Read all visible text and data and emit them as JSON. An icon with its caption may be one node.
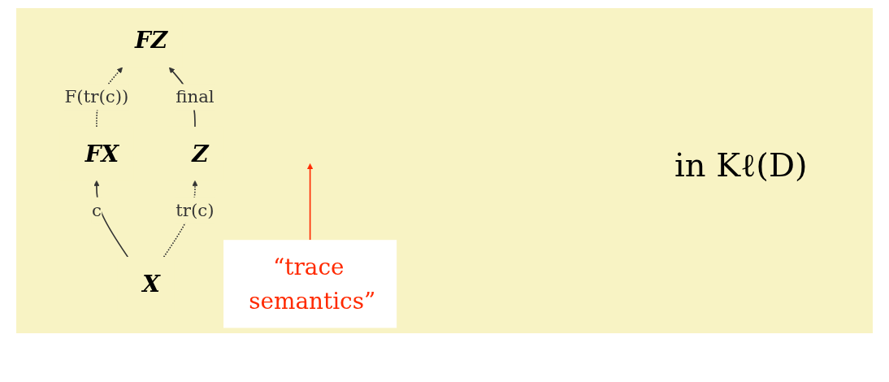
{
  "diagram": {
    "nodes": [
      {
        "text": [
          "FX"
        ]
      },
      {
        "text": [
          "FZ"
        ]
      },
      {
        "text": [
          "X"
        ]
      },
      {
        "text": [
          "Z"
        ]
      },
      {
        "text": [
          "“trace semantics”"
        ]
      }
    ],
    "edges": [
      {
        "from": 0,
        "to": 1,
        "arrow": "to",
        "label": "F(tr(c))",
        "style": "dashed"
      },
      {
        "from": 2,
        "to": 0,
        "arrow": "to",
        "label": "c"
      },
      {
        "from": 3,
        "to": 1,
        "arrow": "to",
        "label": "final"
      },
      {
        "from": 2,
        "to": 3,
        "arrow": "to",
        "label": "tr(c)",
        "style": "dashed"
      },
      {
        "from": 4,
        "to": null,
        "arrow": "to",
        "color": "#ff2a00"
      }
    ],
    "labels": [
      "in Kℓ(D)"
    ]
  }
}
